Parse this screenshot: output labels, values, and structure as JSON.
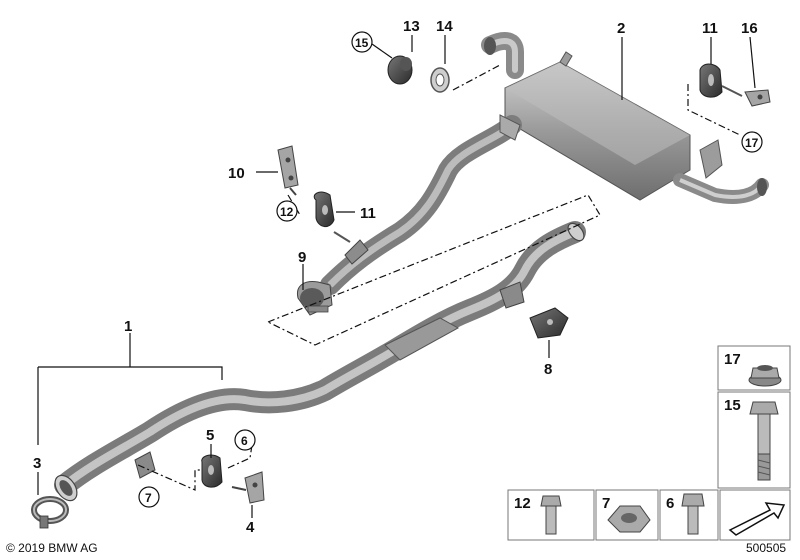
{
  "callouts": {
    "c1": "1",
    "c2": "2",
    "c3": "3",
    "c4": "4",
    "c5": "5",
    "c6": "6",
    "c7": "7",
    "c8": "8",
    "c9": "9",
    "c10": "10",
    "c11a": "11",
    "c11b": "11",
    "c12": "12",
    "c13": "13",
    "c14": "14",
    "c15": "15",
    "c16": "16",
    "c17": "17"
  },
  "legend": {
    "n17": "17",
    "n15": "15",
    "n12": "12",
    "n7": "7",
    "n6": "6"
  },
  "footer": {
    "copyright": "© 2019 BMW AG",
    "diagram_id": "500505"
  }
}
